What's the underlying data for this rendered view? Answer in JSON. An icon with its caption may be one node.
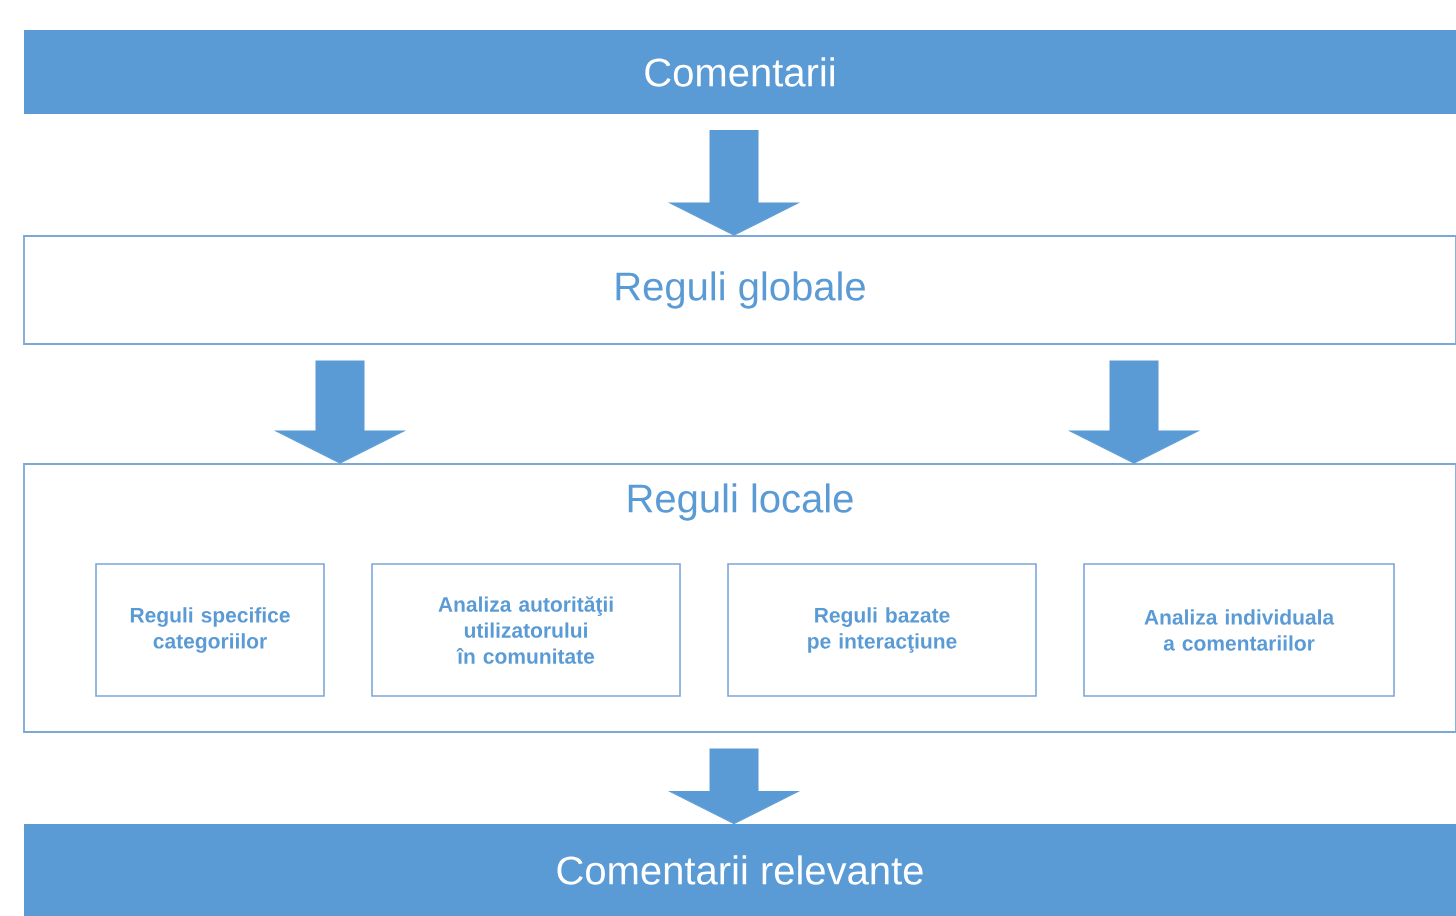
{
  "diagram": {
    "nodes": [
      {
        "text": [
          "Comentarii"
        ]
      },
      {
        "text": [
          "Reguli globale"
        ]
      },
      {
        "text": [
          "Reguli locale"
        ]
      },
      {
        "text": [
          "Reguli specifice categoriilor"
        ],
        "in": 2
      },
      {
        "text": [
          "Analiza autorităţii utilizatorului în comunitate"
        ],
        "in": 2
      },
      {
        "text": [
          "Reguli bazate pe interacţiune"
        ],
        "in": 2
      },
      {
        "text": [
          "Analiza individuala a comentariilor"
        ],
        "in": 2
      },
      {
        "text": [
          "Comentarii relevante"
        ]
      }
    ],
    "edges": [
      {
        "from": 0,
        "to": 1,
        "arrow": "to"
      },
      {
        "from": 1,
        "to": 2,
        "arrow": "to"
      },
      {
        "from": 1,
        "to": 2,
        "arrow": "to"
      },
      {
        "from": 2,
        "to": 7,
        "arrow": "to"
      }
    ]
  }
}
